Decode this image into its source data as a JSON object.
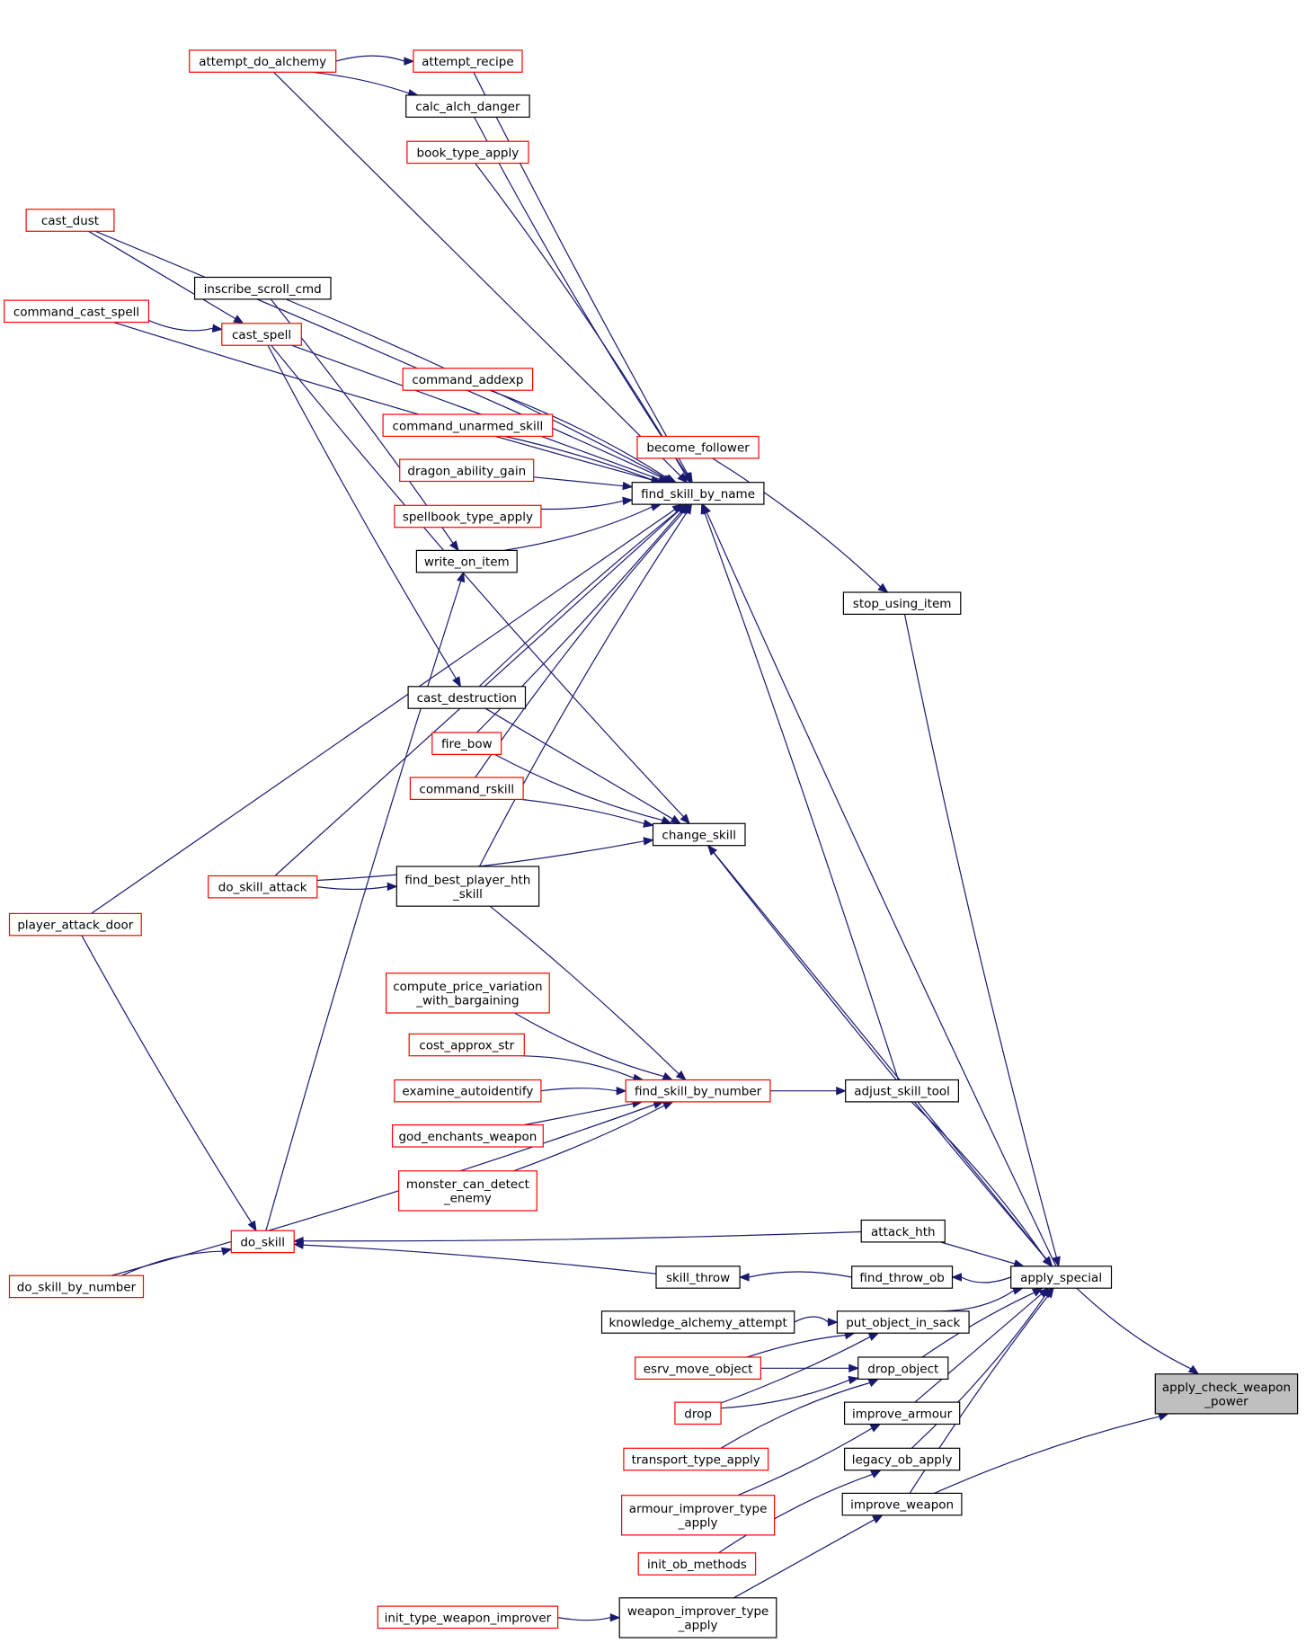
{
  "diagram": {
    "nodes": [
      {
        "id": "attempt_do_alchemy",
        "lines": [
          "attempt_do_alchemy"
        ],
        "style": "red"
      },
      {
        "id": "attempt_recipe",
        "lines": [
          "attempt_recipe"
        ],
        "style": "red"
      },
      {
        "id": "calc_alch_danger",
        "lines": [
          "calc_alch_danger"
        ],
        "style": "black"
      },
      {
        "id": "book_type_apply",
        "lines": [
          "book_type_apply"
        ],
        "style": "red"
      },
      {
        "id": "cast_dust",
        "lines": [
          "cast_dust"
        ],
        "style": "red"
      },
      {
        "id": "inscribe_scroll_cmd",
        "lines": [
          "inscribe_scroll_cmd"
        ],
        "style": "black"
      },
      {
        "id": "command_cast_spell",
        "lines": [
          "command_cast_spell"
        ],
        "style": "red"
      },
      {
        "id": "cast_spell",
        "lines": [
          "cast_spell"
        ],
        "style": "red"
      },
      {
        "id": "command_addexp",
        "lines": [
          "command_addexp"
        ],
        "style": "red"
      },
      {
        "id": "command_unarmed_skill",
        "lines": [
          "command_unarmed_skill"
        ],
        "style": "red"
      },
      {
        "id": "become_follower",
        "lines": [
          "become_follower"
        ],
        "style": "red"
      },
      {
        "id": "dragon_ability_gain",
        "lines": [
          "dragon_ability_gain"
        ],
        "style": "red"
      },
      {
        "id": "find_skill_by_name",
        "lines": [
          "find_skill_by_name"
        ],
        "style": "black"
      },
      {
        "id": "spellbook_type_apply",
        "lines": [
          "spellbook_type_apply"
        ],
        "style": "red"
      },
      {
        "id": "write_on_item",
        "lines": [
          "write_on_item"
        ],
        "style": "black"
      },
      {
        "id": "stop_using_item",
        "lines": [
          "stop_using_item"
        ],
        "style": "black"
      },
      {
        "id": "cast_destruction",
        "lines": [
          "cast_destruction"
        ],
        "style": "black"
      },
      {
        "id": "fire_bow",
        "lines": [
          "fire_bow"
        ],
        "style": "red"
      },
      {
        "id": "command_rskill",
        "lines": [
          "command_rskill"
        ],
        "style": "red"
      },
      {
        "id": "change_skill",
        "lines": [
          "change_skill"
        ],
        "style": "black"
      },
      {
        "id": "do_skill_attack",
        "lines": [
          "do_skill_attack"
        ],
        "style": "red"
      },
      {
        "id": "find_best_player_hth_skill",
        "lines": [
          "find_best_player_hth",
          "_skill"
        ],
        "style": "black"
      },
      {
        "id": "player_attack_door",
        "lines": [
          "player_attack_door"
        ],
        "style": "red"
      },
      {
        "id": "compute_price_variation",
        "lines": [
          "compute_price_variation",
          "_with_bargaining"
        ],
        "style": "red"
      },
      {
        "id": "cost_approx_str",
        "lines": [
          "cost_approx_str"
        ],
        "style": "red"
      },
      {
        "id": "examine_autoidentify",
        "lines": [
          "examine_autoidentify"
        ],
        "style": "red"
      },
      {
        "id": "find_skill_by_number",
        "lines": [
          "find_skill_by_number"
        ],
        "style": "red"
      },
      {
        "id": "adjust_skill_tool",
        "lines": [
          "adjust_skill_tool"
        ],
        "style": "black"
      },
      {
        "id": "god_enchants_weapon",
        "lines": [
          "god_enchants_weapon"
        ],
        "style": "red"
      },
      {
        "id": "monster_can_detect_enemy",
        "lines": [
          "monster_can_detect",
          "_enemy"
        ],
        "style": "red"
      },
      {
        "id": "do_skill",
        "lines": [
          "do_skill"
        ],
        "style": "red"
      },
      {
        "id": "attack_hth",
        "lines": [
          "attack_hth"
        ],
        "style": "black"
      },
      {
        "id": "do_skill_by_number",
        "lines": [
          "do_skill_by_number"
        ],
        "style": "red"
      },
      {
        "id": "skill_throw",
        "lines": [
          "skill_throw"
        ],
        "style": "black"
      },
      {
        "id": "find_throw_ob",
        "lines": [
          "find_throw_ob"
        ],
        "style": "black"
      },
      {
        "id": "apply_special",
        "lines": [
          "apply_special"
        ],
        "style": "black"
      },
      {
        "id": "knowledge_alchemy_attempt",
        "lines": [
          "knowledge_alchemy_attempt"
        ],
        "style": "black"
      },
      {
        "id": "put_object_in_sack",
        "lines": [
          "put_object_in_sack"
        ],
        "style": "black"
      },
      {
        "id": "esrv_move_object",
        "lines": [
          "esrv_move_object"
        ],
        "style": "red"
      },
      {
        "id": "drop_object",
        "lines": [
          "drop_object"
        ],
        "style": "black"
      },
      {
        "id": "apply_check_weapon_power",
        "lines": [
          "apply_check_weapon",
          "_power"
        ],
        "style": "target"
      },
      {
        "id": "drop",
        "lines": [
          "drop"
        ],
        "style": "red"
      },
      {
        "id": "improve_armour",
        "lines": [
          "improve_armour"
        ],
        "style": "black"
      },
      {
        "id": "transport_type_apply",
        "lines": [
          "transport_type_apply"
        ],
        "style": "red"
      },
      {
        "id": "legacy_ob_apply",
        "lines": [
          "legacy_ob_apply"
        ],
        "style": "black"
      },
      {
        "id": "armour_improver_type_apply",
        "lines": [
          "armour_improver_type",
          "_apply"
        ],
        "style": "red"
      },
      {
        "id": "improve_weapon",
        "lines": [
          "improve_weapon"
        ],
        "style": "black"
      },
      {
        "id": "init_ob_methods",
        "lines": [
          "init_ob_methods"
        ],
        "style": "red"
      },
      {
        "id": "init_type_weapon_improver",
        "lines": [
          "init_type_weapon_improver"
        ],
        "style": "red"
      },
      {
        "id": "weapon_improver_type_apply",
        "lines": [
          "weapon_improver_type",
          "_apply"
        ],
        "style": "black"
      }
    ],
    "edges": [
      [
        "attempt_do_alchemy",
        "attempt_recipe"
      ],
      [
        "attempt_do_alchemy",
        "calc_alch_danger"
      ],
      [
        "attempt_do_alchemy",
        "find_skill_by_name"
      ],
      [
        "attempt_recipe",
        "find_skill_by_name"
      ],
      [
        "calc_alch_danger",
        "find_skill_by_name"
      ],
      [
        "book_type_apply",
        "find_skill_by_name"
      ],
      [
        "cast_dust",
        "find_skill_by_name"
      ],
      [
        "cast_dust",
        "cast_spell"
      ],
      [
        "command_cast_spell",
        "find_skill_by_name"
      ],
      [
        "command_cast_spell",
        "cast_spell"
      ],
      [
        "inscribe_scroll_cmd",
        "find_skill_by_name"
      ],
      [
        "inscribe_scroll_cmd",
        "write_on_item"
      ],
      [
        "cast_spell",
        "find_skill_by_name"
      ],
      [
        "cast_spell",
        "cast_destruction"
      ],
      [
        "cast_spell",
        "change_skill"
      ],
      [
        "command_addexp",
        "find_skill_by_name"
      ],
      [
        "command_unarmed_skill",
        "find_skill_by_name"
      ],
      [
        "dragon_ability_gain",
        "find_skill_by_name"
      ],
      [
        "spellbook_type_apply",
        "find_skill_by_name"
      ],
      [
        "write_on_item",
        "find_skill_by_name"
      ],
      [
        "become_follower",
        "stop_using_item"
      ],
      [
        "cast_destruction",
        "find_skill_by_name"
      ],
      [
        "cast_destruction",
        "change_skill"
      ],
      [
        "fire_bow",
        "find_skill_by_name"
      ],
      [
        "fire_bow",
        "change_skill"
      ],
      [
        "command_rskill",
        "find_skill_by_name"
      ],
      [
        "command_rskill",
        "change_skill"
      ],
      [
        "do_skill_attack",
        "find_skill_by_name"
      ],
      [
        "do_skill_attack",
        "find_best_player_hth_skill"
      ],
      [
        "do_skill_attack",
        "change_skill"
      ],
      [
        "find_best_player_hth_skill",
        "find_skill_by_name"
      ],
      [
        "find_best_player_hth_skill",
        "find_skill_by_number"
      ],
      [
        "player_attack_door",
        "find_skill_by_name"
      ],
      [
        "player_attack_door",
        "do_skill"
      ],
      [
        "compute_price_variation",
        "find_skill_by_number"
      ],
      [
        "cost_approx_str",
        "find_skill_by_number"
      ],
      [
        "examine_autoidentify",
        "find_skill_by_number"
      ],
      [
        "god_enchants_weapon",
        "find_skill_by_number"
      ],
      [
        "monster_can_detect_enemy",
        "find_skill_by_number"
      ],
      [
        "do_skill_by_number",
        "find_skill_by_number"
      ],
      [
        "do_skill_by_number",
        "do_skill"
      ],
      [
        "do_skill",
        "write_on_item"
      ],
      [
        "find_skill_by_number",
        "adjust_skill_tool"
      ],
      [
        "adjust_skill_tool",
        "find_skill_by_name"
      ],
      [
        "stop_using_item",
        "apply_special"
      ],
      [
        "adjust_skill_tool",
        "apply_special"
      ],
      [
        "attack_hth",
        "do_skill"
      ],
      [
        "attack_hth",
        "apply_special"
      ],
      [
        "skill_throw",
        "do_skill"
      ],
      [
        "find_throw_ob",
        "skill_throw"
      ],
      [
        "apply_special",
        "find_throw_ob"
      ],
      [
        "apply_special",
        "find_skill_by_name"
      ],
      [
        "apply_special",
        "change_skill"
      ],
      [
        "change_skill",
        "apply_special"
      ],
      [
        "put_object_in_sack",
        "apply_special"
      ],
      [
        "knowledge_alchemy_attempt",
        "put_object_in_sack"
      ],
      [
        "esrv_move_object",
        "put_object_in_sack"
      ],
      [
        "esrv_move_object",
        "drop_object"
      ],
      [
        "drop",
        "put_object_in_sack"
      ],
      [
        "drop",
        "drop_object"
      ],
      [
        "transport_type_apply",
        "drop_object"
      ],
      [
        "drop_object",
        "apply_special"
      ],
      [
        "improve_armour",
        "apply_special"
      ],
      [
        "armour_improver_type_apply",
        "improve_armour"
      ],
      [
        "legacy_ob_apply",
        "apply_special"
      ],
      [
        "init_ob_methods",
        "legacy_ob_apply"
      ],
      [
        "improve_weapon",
        "apply_special"
      ],
      [
        "weapon_improver_type_apply",
        "improve_weapon"
      ],
      [
        "init_type_weapon_improver",
        "weapon_improver_type_apply"
      ],
      [
        "apply_special",
        "apply_check_weapon_power"
      ],
      [
        "improve_weapon",
        "apply_check_weapon_power"
      ]
    ]
  }
}
